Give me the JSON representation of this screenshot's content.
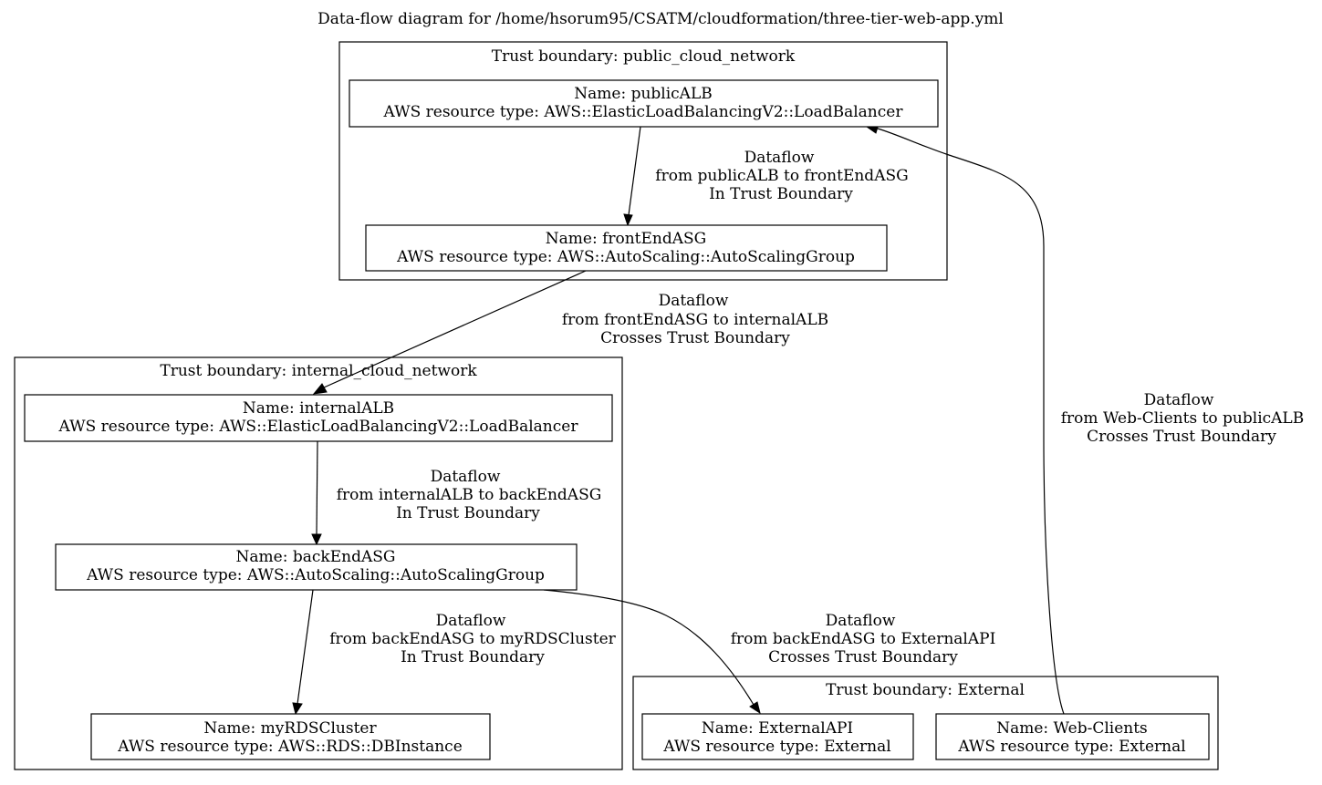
{
  "title": "Data-flow diagram for /home/hsorum95/CSATM/cloudformation/three-tier-web-app.yml",
  "boundaries": {
    "public": "Trust boundary: public_cloud_network",
    "internal": "Trust boundary: internal_cloud_network",
    "external": "Trust boundary: External"
  },
  "nodes": {
    "publicALB": {
      "name": "Name: publicALB",
      "type": "AWS resource type: AWS::ElasticLoadBalancingV2::LoadBalancer"
    },
    "frontEndASG": {
      "name": "Name: frontEndASG",
      "type": "AWS resource type: AWS::AutoScaling::AutoScalingGroup"
    },
    "internalALB": {
      "name": "Name: internalALB",
      "type": "AWS resource type: AWS::ElasticLoadBalancingV2::LoadBalancer"
    },
    "backEndASG": {
      "name": "Name: backEndASG",
      "type": "AWS resource type: AWS::AutoScaling::AutoScalingGroup"
    },
    "myRDSCluster": {
      "name": "Name: myRDSCluster",
      "type": "AWS resource type: AWS::RDS::DBInstance"
    },
    "externalAPI": {
      "name": "Name: ExternalAPI",
      "type": "AWS resource type: External"
    },
    "webClients": {
      "name": "Name: Web-Clients",
      "type": "AWS resource type: External"
    }
  },
  "edges": {
    "publicALB_frontEndASG": {
      "l1": "Dataflow",
      "l2": "from publicALB to frontEndASG",
      "l3": "In Trust Boundary"
    },
    "frontEndASG_internalALB": {
      "l1": "Dataflow",
      "l2": "from frontEndASG to internalALB",
      "l3": "Crosses Trust Boundary"
    },
    "webClients_publicALB": {
      "l1": "Dataflow",
      "l2": "from Web-Clients to publicALB",
      "l3": "Crosses Trust Boundary"
    },
    "internalALB_backEndASG": {
      "l1": "Dataflow",
      "l2": "from internalALB to backEndASG",
      "l3": "In Trust Boundary"
    },
    "backEndASG_myRDSCluster": {
      "l1": "Dataflow",
      "l2": "from backEndASG to myRDSCluster",
      "l3": "In Trust Boundary"
    },
    "backEndASG_externalAPI": {
      "l1": "Dataflow",
      "l2": "from backEndASG to ExternalAPI",
      "l3": "Crosses Trust Boundary"
    }
  }
}
